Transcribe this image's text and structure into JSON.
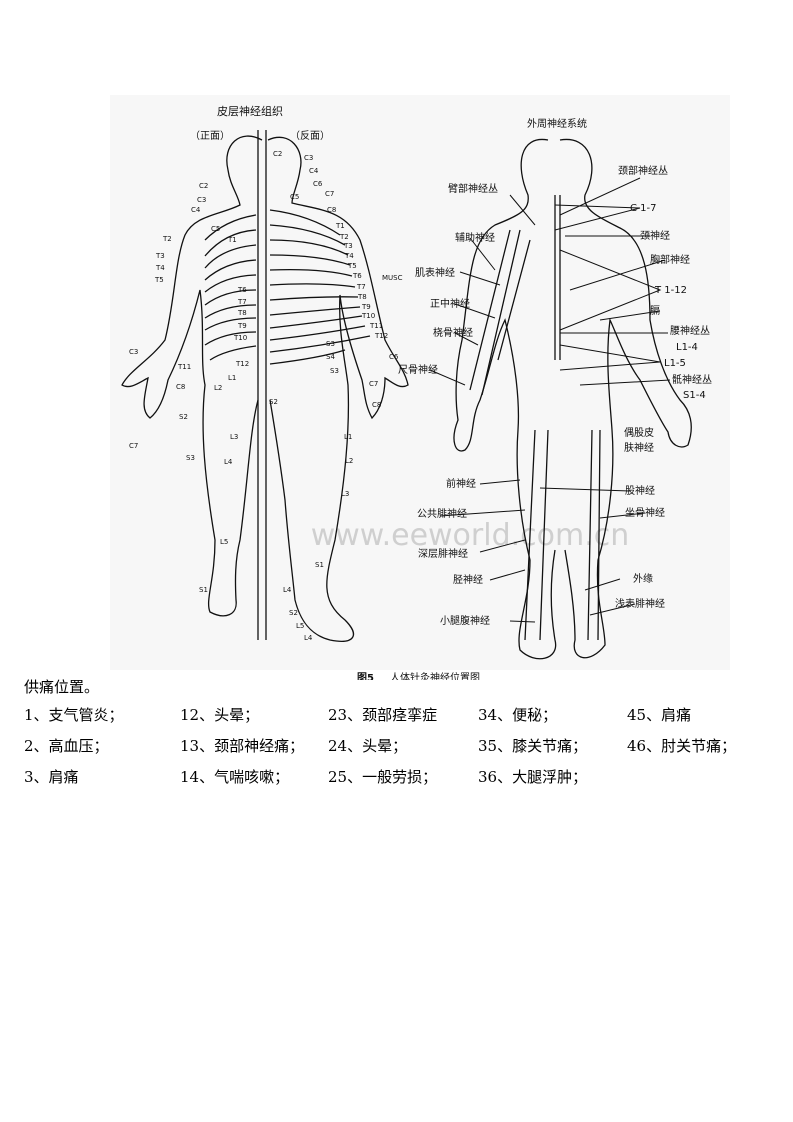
{
  "figure": {
    "left_title": "皮层神经组织",
    "left_front": "（正面）",
    "left_back": "（反面）",
    "right_title": "外周神经系统",
    "caption_num": "图5",
    "caption": "人体针灸神经位置图",
    "watermark": "www.eeworld.com.cn",
    "dermatome_labels": [
      "C2",
      "C3",
      "C4",
      "C6",
      "C5",
      "C7",
      "C8",
      "T1",
      "T2",
      "T3",
      "T4",
      "T5",
      "T6",
      "T7",
      "T8",
      "T9",
      "T10",
      "T11",
      "T12",
      "C2",
      "C3",
      "C4",
      "C5",
      "T1",
      "T2",
      "T3",
      "T4",
      "T5",
      "T6",
      "T7",
      "T8",
      "T9",
      "T10",
      "T11",
      "T12",
      "L1",
      "L2",
      "L3",
      "L4",
      "L5",
      "S1",
      "S2",
      "S3",
      "C3",
      "C8",
      "C7",
      "S3",
      "S4",
      "S3",
      "C6",
      "C7",
      "C8",
      "S2",
      "L1",
      "L2",
      "L3",
      "S1",
      "L4",
      "S2",
      "L5",
      "L4",
      "MUSC"
    ],
    "nerve_labels": [
      "颈部神经丛",
      "臂部神经丛",
      "C 1-7",
      "辅助神经",
      "颈神经",
      "胸部神经",
      "肌表神经",
      "T 1-12",
      "正中神经",
      "膈",
      "桡骨神经",
      "腰神经丛",
      "L1-4",
      "L1-5",
      "尺骨神经",
      "骶神经丛",
      "S1-4",
      "偶股皮",
      "肤神经",
      "前神经",
      "股神经",
      "公共腓神经",
      "坐骨神经",
      "深层腓神经",
      "外缘",
      "胫神经",
      "浅表腓神经",
      "小腿腹神经"
    ]
  },
  "intro": "供痛位置。",
  "items": [
    [
      "1、支气管炎；",
      "12、头晕；",
      "23、颈部痉挛症",
      "34、便秘；",
      "45、肩痛"
    ],
    [
      "2、高血压；",
      "13、颈部神经痛；",
      "24、头晕；",
      "35、膝关节痛；",
      "46、肘关节痛；"
    ],
    [
      "3、肩痛",
      "14、气喘咳嗽；",
      "25、一般劳损；",
      "36、大腿浮肿；"
    ]
  ]
}
